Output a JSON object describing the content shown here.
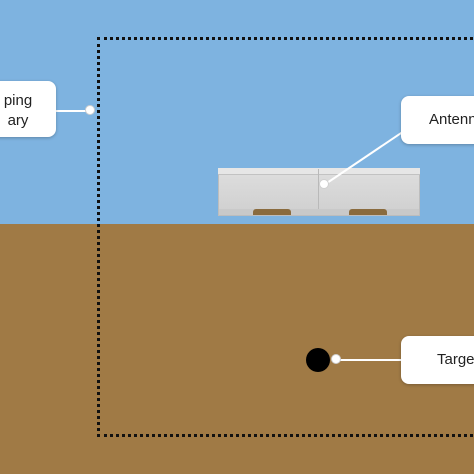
{
  "colors": {
    "sky": "#7eb3e0",
    "soil": "#a07a45",
    "boundary_line": "#111111",
    "target": "#000000",
    "callout": "#ffffff"
  },
  "labels": {
    "boundary": [
      "ping",
      "ary"
    ],
    "antenna": "Antenn",
    "target": "Targe"
  }
}
